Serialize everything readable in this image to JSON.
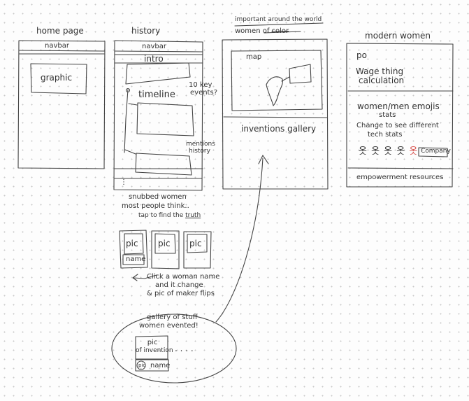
{
  "homepage": {
    "title": "home page",
    "navbar": "navbar",
    "graphic": "graphic"
  },
  "history": {
    "title": "history",
    "navbar": "navbar",
    "intro": "intro",
    "timeline": "timeline",
    "note_key_events": [
      "10 key",
      "events?"
    ],
    "note_mentions": [
      "mentions",
      "history"
    ],
    "scroll_mark": "⋮"
  },
  "snubbed": {
    "title": "snubbed women",
    "subtitle": "most people think..",
    "subtitle2_prefix": "tap to find the ",
    "subtitle2_emph": "truth",
    "cards": [
      {
        "pic": "pic",
        "name": "name"
      },
      {
        "pic": "pic",
        "name": ""
      },
      {
        "pic": "pic",
        "name": ""
      }
    ],
    "note": [
      "Click a woman name",
      "and it change",
      "& pic of maker flips"
    ]
  },
  "world": {
    "title_line1": "important around the world",
    "title_line2_prefix": "women of ",
    "title_line2_struck": "color",
    "map_label": "map",
    "inventions": "inventions gallery"
  },
  "gallery": {
    "title_line1": "gallery of stuff",
    "title_line2": "women evented!",
    "pic_line1": "pic",
    "pic_line2": "of invention",
    "name": "name",
    "mini_pic": "pic",
    "ellipsis": ". . . ."
  },
  "modern": {
    "title": "modern women",
    "po": "po",
    "wage_line1": "Wage thing",
    "wage_line2": "calculation",
    "emojis_line1": "women/men emojis",
    "emojis_line2": "stats",
    "change_line1": "Change to see different",
    "change_line2": "tech stats",
    "people": "옷 옷 옷 옷 옷",
    "company": "Company",
    "resources": "empowerment resources"
  }
}
